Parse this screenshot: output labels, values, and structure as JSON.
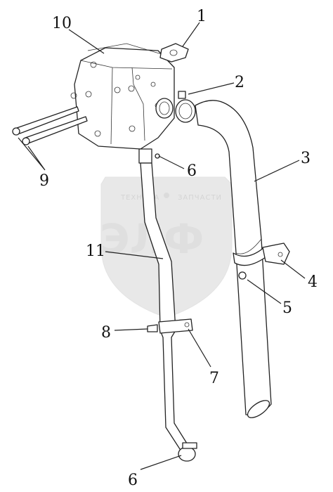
{
  "watermark": {
    "top_left": "ТЕХНИКА",
    "top_right": "ЗАПЧАСТИ",
    "logo": "ЭЛФ"
  },
  "callouts": [
    {
      "label": "1"
    },
    {
      "label": "2"
    },
    {
      "label": "3"
    },
    {
      "label": "4"
    },
    {
      "label": "5"
    },
    {
      "label": "6"
    },
    {
      "label": "7"
    },
    {
      "label": "8"
    },
    {
      "label": "9"
    },
    {
      "label": "10"
    },
    {
      "label": "11"
    },
    {
      "label": "6"
    }
  ]
}
